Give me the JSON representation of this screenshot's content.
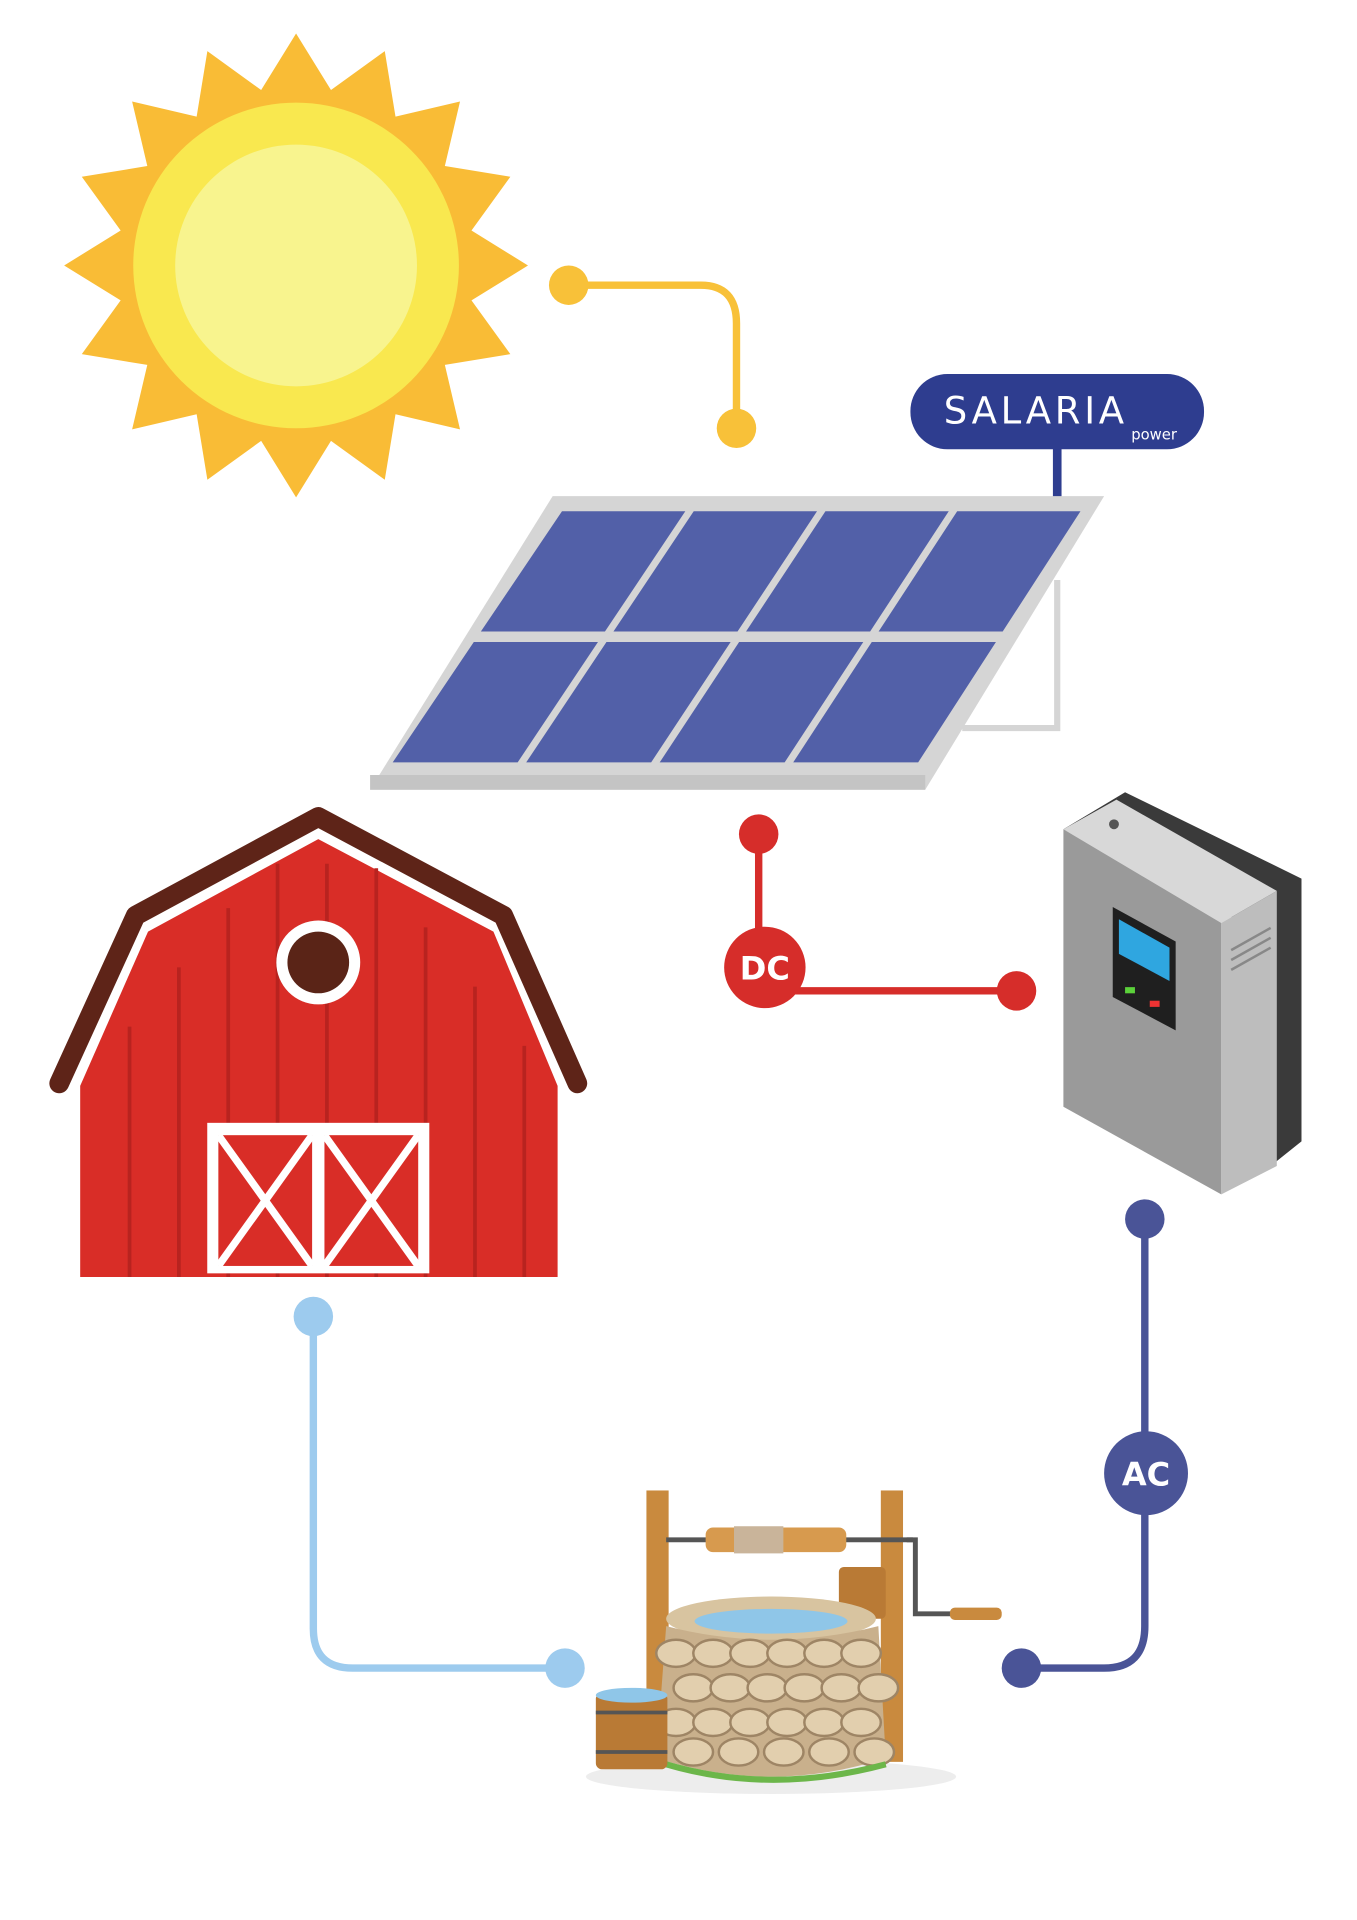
{
  "brand": {
    "name": "SALARIA",
    "tagline": "power",
    "color": "#2E3D8F"
  },
  "labels": {
    "dc": "DC",
    "ac": "AC"
  },
  "colors": {
    "sun_link": "#F8C139",
    "dc": "#D62D2A",
    "ac": "#4A5497",
    "water": "#9DCBEE",
    "panel": "#5260A8",
    "barn": "#D92D27"
  },
  "components": [
    "sun",
    "solar-panel",
    "inverter",
    "water-well",
    "barn"
  ]
}
